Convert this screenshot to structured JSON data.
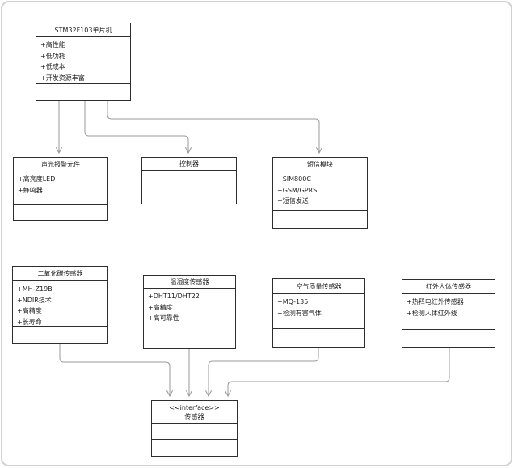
{
  "diagram": {
    "kind": "uml-class-diagram",
    "accent_colors": {
      "box_border": "#2e2e2e",
      "connector": "#9a9a9a",
      "canvas_border": "#d2d2d2"
    },
    "nodes": {
      "stm32": {
        "title": "STM32F103单片机",
        "attributes": [
          "+高性能",
          "+低功耗",
          "+低成本",
          "+开发资源丰富"
        ]
      },
      "alarm": {
        "title": "声光报警元件",
        "attributes": [
          "+高亮度LED",
          "+蜂鸣器"
        ]
      },
      "controller": {
        "title": "控制器",
        "attributes": []
      },
      "sms": {
        "title": "短信模块",
        "attributes": [
          "+SIM800C",
          "+GSM/GPRS",
          "+短信发送"
        ]
      },
      "co2": {
        "title": "二氧化碳传感器",
        "attributes": [
          "+MH-Z19B",
          "+NDIR技术",
          "+高精度",
          "+长寿命"
        ]
      },
      "temp": {
        "title": "温湿度传感器",
        "attributes": [
          "+DHT11/DHT22",
          "+高精度",
          "+高可靠性"
        ]
      },
      "air": {
        "title": "空气质量传感器",
        "attributes": [
          "+MQ-135",
          "+检测有害气体"
        ]
      },
      "ir": {
        "title": "红外人体传感器",
        "attributes": [
          "+热释电红外传感器",
          "+检测人体红外线"
        ]
      },
      "sensor_interface": {
        "stereotype": "<<interface>>",
        "title": "传感器"
      }
    },
    "connectors": [
      {
        "from": "stm32",
        "to": "alarm"
      },
      {
        "from": "stm32",
        "to": "controller"
      },
      {
        "from": "stm32",
        "to": "sms"
      },
      {
        "from": "co2",
        "to": "sensor_interface"
      },
      {
        "from": "temp",
        "to": "sensor_interface"
      },
      {
        "from": "air",
        "to": "sensor_interface"
      },
      {
        "from": "ir",
        "to": "sensor_interface"
      }
    ]
  }
}
